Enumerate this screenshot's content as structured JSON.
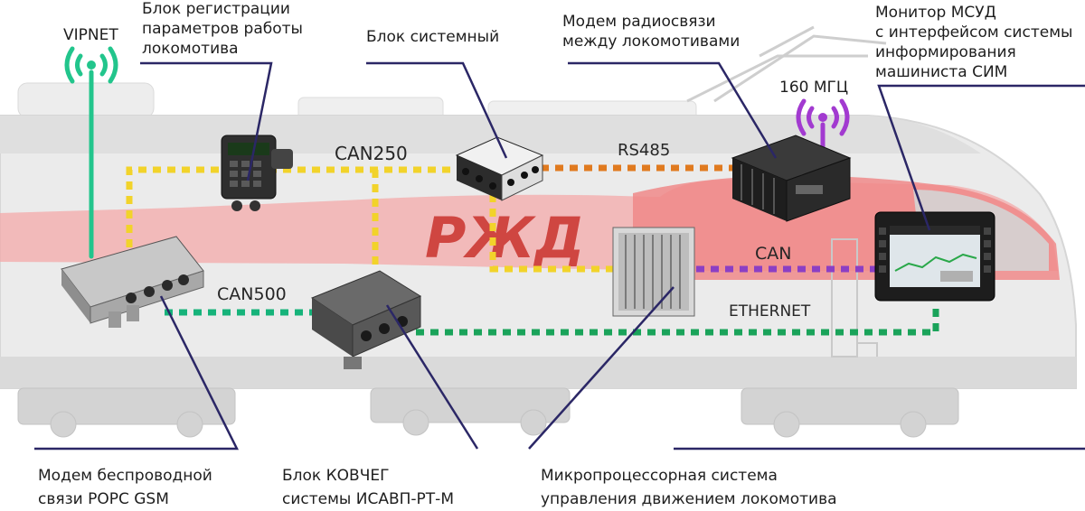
{
  "colors": {
    "leader_line": "#2b2766",
    "can250_bus": "#f2d32a",
    "can500_bus": "#16b37a",
    "rs485_bus": "#e07a1f",
    "can_bus": "#8b3fc4",
    "ethernet_bus": "#1aa35a",
    "vipnet_antenna": "#22c58c",
    "radio_antenna": "#a23ad0",
    "locomotive_body": "#e6e6e6",
    "locomotive_stripe": "#f08a8a",
    "rzd_logo": "#c9322c"
  },
  "labels": {
    "vipnet": "VIPNET",
    "registration_block": "Блок регистрации\nпараметров работы\nлокомотива",
    "system_block": "Блок системный",
    "radio_modem": "Модем радиосвязи\nмежду локомотивами",
    "monitor": "Монитор МСУД\nс интерфейсом системы\nинформирования\nмашиниста СИМ",
    "frequency": "160 МГЦ",
    "wireless_modem": "Модем беспроводной\nсвязи РОРС GSM",
    "kovcheg_block": "Блок КОВЧЕГ\nсистемы ИСАВП-РТ-М",
    "microprocessor_system": "Микропроцессорная система\nуправления движением локомотива"
  },
  "buses": {
    "can250": "CAN250",
    "can500": "CAN500",
    "rs485": "RS485",
    "can": "CAN",
    "ethernet": "ETHERNET"
  },
  "icons": {
    "vipnet_antenna": "wifi-antenna-icon",
    "radio_antenna": "radio-antenna-icon",
    "rzd_logo": "rzd-logo-icon"
  }
}
